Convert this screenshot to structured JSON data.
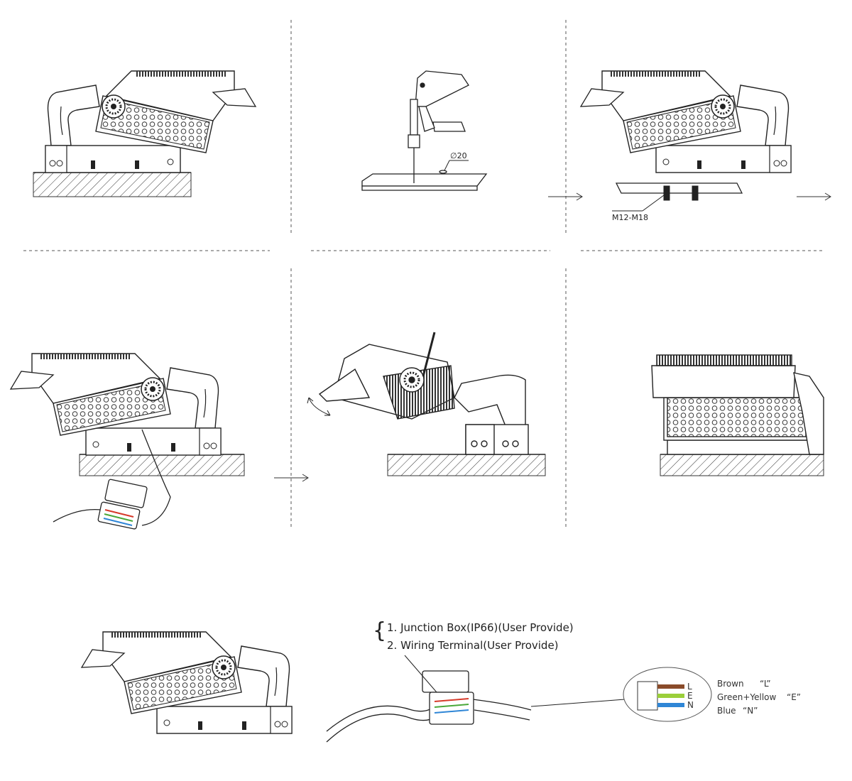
{
  "steps": {
    "drill_hole_label": "∅20",
    "bolt_label": "M12-M18"
  },
  "notes": {
    "junction_box": "1. Junction Box(IP66)(User Provide)",
    "wiring_terminal": "2. Wiring Terminal(User Provide)"
  },
  "wiring": {
    "terminals": [
      "L",
      "E",
      "N"
    ],
    "legend": [
      {
        "name": "Brown",
        "code": "“L”",
        "color": "#8a4b2a"
      },
      {
        "name": "Green+Yellow",
        "code": "“E”",
        "color": "#9bcf3a"
      },
      {
        "name": "Blue",
        "code": "“N”",
        "color": "#2f86d6"
      }
    ]
  },
  "colors": {
    "line": "#222222",
    "divider": "#555555",
    "wire_red": "#d63a2a",
    "wire_green": "#4aa83a"
  }
}
